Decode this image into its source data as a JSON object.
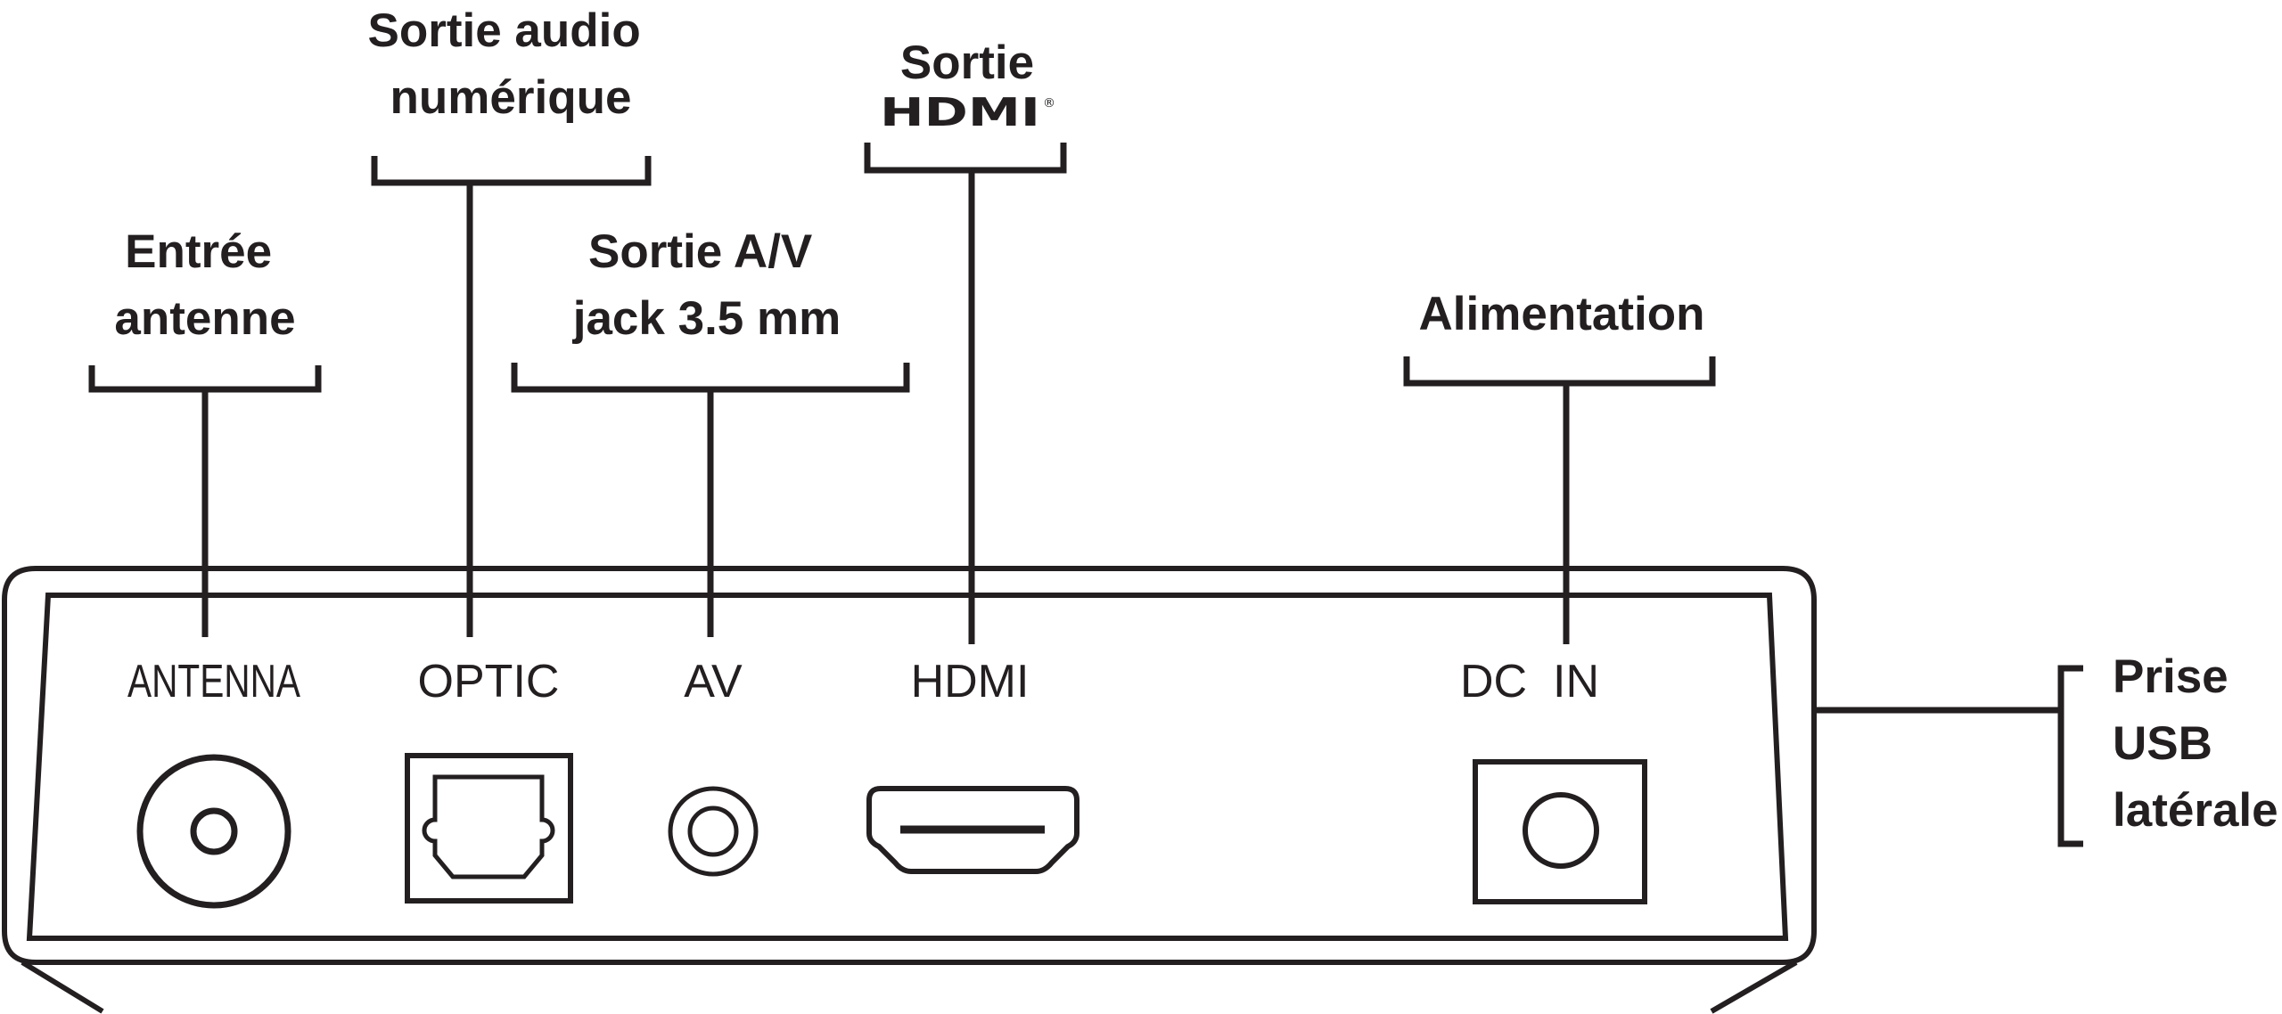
{
  "callouts": {
    "antenna_in": [
      "Entrée",
      "antenne"
    ],
    "digital_audio_out": [
      "Sortie audio",
      "numérique"
    ],
    "av_out": [
      "Sortie A/V",
      "jack 3.5 mm"
    ],
    "hdmi_out": {
      "line1": "Sortie",
      "logo": "HDMI",
      "trademark": "®"
    },
    "power": "Alimentation",
    "usb_side": [
      "Prise",
      "USB",
      "latérale"
    ]
  },
  "ports": {
    "antenna": "ANTENNA",
    "optic": "OPTIC",
    "av": "AV",
    "hdmi": "HDMI",
    "dc_in": "DC  IN"
  },
  "colors": {
    "ink": "#231f20",
    "background": "#ffffff"
  }
}
